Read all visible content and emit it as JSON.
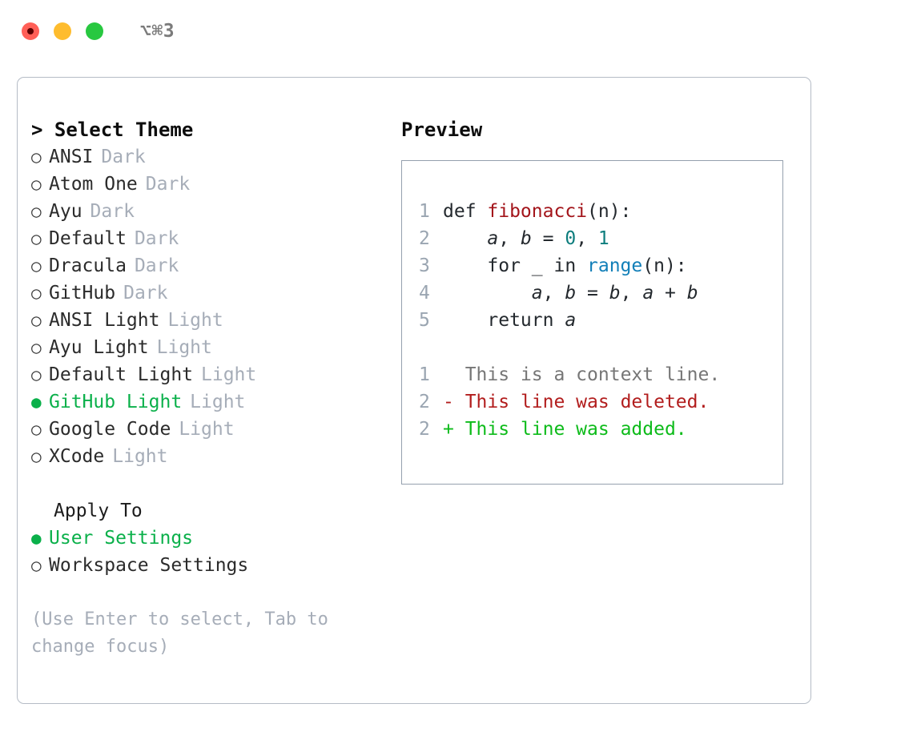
{
  "titlebar": {
    "shortcut": "⌥⌘3",
    "buttons": {
      "close": "close-button",
      "minimize": "minimize-button",
      "maximize": "maximize-button"
    }
  },
  "theme_panel": {
    "header": "> Select Theme",
    "items": [
      {
        "bullet": "○",
        "name": "ANSI",
        "variant": "Dark",
        "selected": false
      },
      {
        "bullet": "○",
        "name": "Atom One",
        "variant": "Dark",
        "selected": false
      },
      {
        "bullet": "○",
        "name": "Ayu",
        "variant": "Dark",
        "selected": false
      },
      {
        "bullet": "○",
        "name": "Default",
        "variant": "Dark",
        "selected": false
      },
      {
        "bullet": "○",
        "name": "Dracula",
        "variant": "Dark",
        "selected": false
      },
      {
        "bullet": "○",
        "name": "GitHub",
        "variant": "Dark",
        "selected": false
      },
      {
        "bullet": "○",
        "name": "ANSI Light",
        "variant": "Light",
        "selected": false
      },
      {
        "bullet": "○",
        "name": "Ayu Light",
        "variant": "Light",
        "selected": false
      },
      {
        "bullet": "○",
        "name": "Default Light",
        "variant": "Light",
        "selected": false
      },
      {
        "bullet": "●",
        "name": "GitHub Light",
        "variant": "Light",
        "selected": true
      },
      {
        "bullet": "○",
        "name": "Google Code",
        "variant": "Light",
        "selected": false
      },
      {
        "bullet": "○",
        "name": "XCode",
        "variant": "Light",
        "selected": false
      }
    ],
    "apply_to": {
      "header": "Apply To",
      "options": [
        {
          "bullet": "●",
          "label": "User Settings",
          "selected": true
        },
        {
          "bullet": "○",
          "label": "Workspace Settings",
          "selected": false
        }
      ]
    },
    "hint": "(Use Enter to select, Tab to change focus)"
  },
  "preview": {
    "header": "Preview",
    "code_lines": [
      {
        "lineno": "1",
        "segments": [
          {
            "text": "def ",
            "kind": "plain"
          },
          {
            "text": "fibonacci",
            "kind": "fn"
          },
          {
            "text": "(n):",
            "kind": "plain"
          }
        ]
      },
      {
        "lineno": "2",
        "segments": [
          {
            "text": "    ",
            "kind": "plain"
          },
          {
            "text": "a",
            "kind": "var"
          },
          {
            "text": ", ",
            "kind": "plain"
          },
          {
            "text": "b",
            "kind": "var"
          },
          {
            "text": " = ",
            "kind": "plain"
          },
          {
            "text": "0",
            "kind": "num"
          },
          {
            "text": ", ",
            "kind": "plain"
          },
          {
            "text": "1",
            "kind": "num"
          }
        ]
      },
      {
        "lineno": "3",
        "segments": [
          {
            "text": "    for _ in ",
            "kind": "plain"
          },
          {
            "text": "range",
            "kind": "call"
          },
          {
            "text": "(n):",
            "kind": "plain"
          }
        ]
      },
      {
        "lineno": "4",
        "segments": [
          {
            "text": "        ",
            "kind": "plain"
          },
          {
            "text": "a",
            "kind": "var"
          },
          {
            "text": ", ",
            "kind": "plain"
          },
          {
            "text": "b",
            "kind": "var"
          },
          {
            "text": " = ",
            "kind": "plain"
          },
          {
            "text": "b",
            "kind": "var"
          },
          {
            "text": ", ",
            "kind": "plain"
          },
          {
            "text": "a",
            "kind": "var"
          },
          {
            "text": " + ",
            "kind": "plain"
          },
          {
            "text": "b",
            "kind": "var"
          }
        ]
      },
      {
        "lineno": "5",
        "segments": [
          {
            "text": "    return ",
            "kind": "plain"
          },
          {
            "text": "a",
            "kind": "var"
          }
        ]
      }
    ],
    "diff_lines": [
      {
        "lineno": "1",
        "marker": " ",
        "text": " This is a context line.",
        "kind": "context"
      },
      {
        "lineno": "2",
        "marker": "-",
        "text": " This line was deleted.",
        "kind": "delete"
      },
      {
        "lineno": "2",
        "marker": "+",
        "text": " This line was added.",
        "kind": "add"
      }
    ]
  },
  "colors": {
    "accent_green": "#0ab04a",
    "muted_gray": "#a6adb8",
    "border": "#b5bcc6",
    "preview_border": "#95a0ae",
    "code_fg": "#24292e",
    "syntax_function": "#a3151b",
    "syntax_number": "#0d7d7d",
    "syntax_call": "#127fb8",
    "diff_context": "#767676",
    "diff_delete": "#b21d1d",
    "diff_add": "#0dbb1a",
    "traffic_red": "#ff5f57",
    "traffic_yellow": "#febc2e",
    "traffic_green": "#28c840"
  }
}
